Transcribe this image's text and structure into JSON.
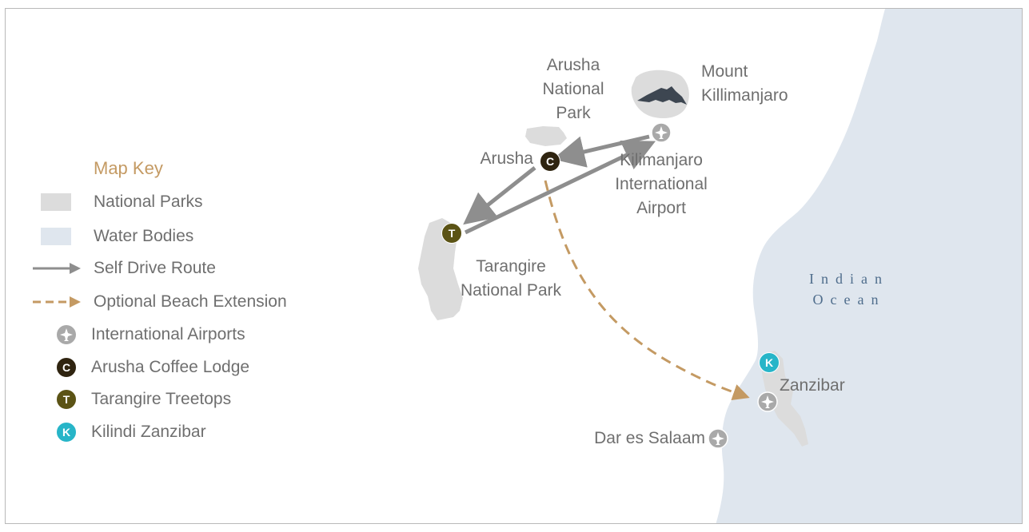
{
  "colors": {
    "water": "#dfe6ee",
    "park": "#dcdcdc",
    "route": "#8e8e8e",
    "extension": "#c49a63",
    "airport": "#a9a9a9",
    "coffee_lodge": "#2f2410",
    "treetops": "#5b5315",
    "kilindi": "#27b5c8",
    "text": "#6f6f6f",
    "key_title": "#c49a63"
  },
  "map": {
    "labels": {
      "arusha_np": "Arusha\nNational\nPark",
      "kilimanjaro": "Mount\nKillimanjaro",
      "arusha": "Arusha",
      "kia": "Kilimanjaro\nInternational\nAirport",
      "tarangire": "Tarangire\nNational Park",
      "ocean": "Indian\nOcean",
      "zanzibar": "Zanzibar",
      "dar": "Dar es Salaam"
    },
    "markers": {
      "arusha": "C",
      "tarangire": "T",
      "zanzibar": "K"
    }
  },
  "legend": {
    "title": "Map Key",
    "items": [
      {
        "label": "National Parks",
        "icon": "park-swatch-icon"
      },
      {
        "label": "Water Bodies",
        "icon": "water-swatch-icon"
      },
      {
        "label": "Self Drive Route",
        "icon": "grey-arrow-icon"
      },
      {
        "label": "Optional Beach Extension",
        "icon": "dashed-arrow-icon"
      },
      {
        "label": "International Airports",
        "icon": "airplane-icon"
      },
      {
        "label": "Arusha Coffee Lodge",
        "icon": "c-marker-icon",
        "letter": "C"
      },
      {
        "label": "Tarangire Treetops",
        "icon": "t-marker-icon",
        "letter": "T"
      },
      {
        "label": "Kilindi Zanzibar",
        "icon": "k-marker-icon",
        "letter": "K"
      }
    ]
  }
}
